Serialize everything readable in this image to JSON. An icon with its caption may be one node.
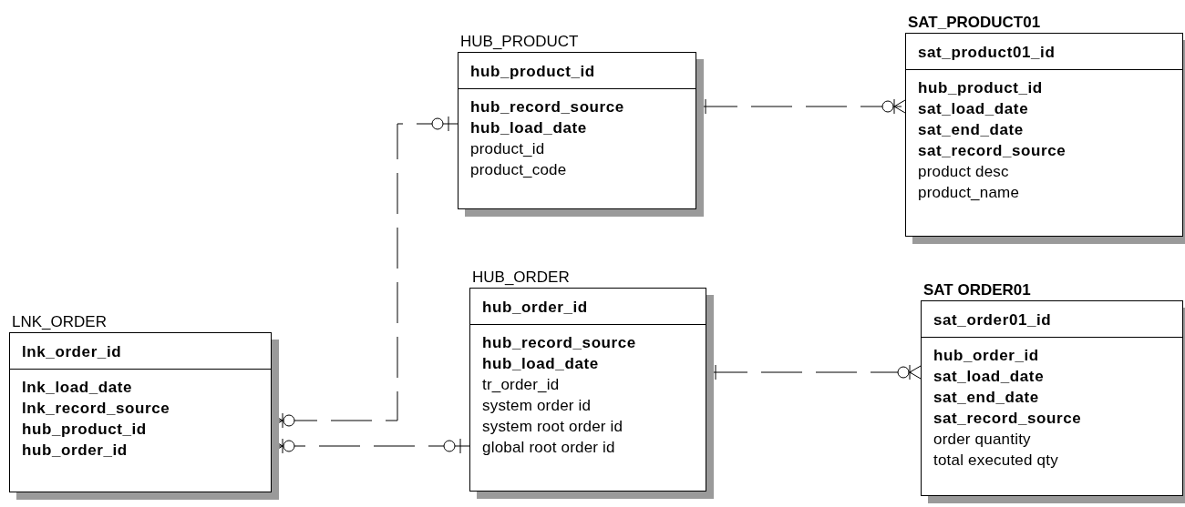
{
  "diagram": {
    "nodes": [
      {
        "text": [
          "HUB_PRODUCT",
          "**hub_product_id**",
          "**hub_record_source**",
          "**hub_load_date**",
          "product_id",
          "product_code"
        ]
      },
      {
        "text": [
          "**SAT_PRODUCT01**",
          "**sat_product01_id**",
          "**hub_product_id**",
          "**sat_load_date**",
          "**sat_end_date**",
          "**sat_record_source**",
          "product desc",
          "product_name"
        ]
      },
      {
        "text": [
          "HUB_ORDER",
          "**hub_order_id**",
          "**hub_record_source**",
          "**hub_load_date**",
          "tr_order_id",
          "system order id",
          "system root order id",
          "global root order id"
        ]
      },
      {
        "text": [
          "**SAT ORDER01**",
          "**sat_order01_id**",
          "**hub_order_id**",
          "**sat_load_date**",
          "**sat_end_date**",
          "**sat_record_source**",
          "order quantity",
          "total executed qty"
        ]
      },
      {
        "text": [
          "LNK_ORDER",
          "**lnk_order_id**",
          "**lnk_load_date**",
          "**lnk_record_source**",
          "**hub_product_id**",
          "**hub_order_id**"
        ]
      }
    ],
    "edges": [
      {
        "from": 0,
        "to": 1,
        "arrow": "other",
        "style": "dashed"
      },
      {
        "from": 2,
        "to": 3,
        "arrow": "other",
        "style": "dashed"
      },
      {
        "from": 0,
        "to": 4,
        "arrow": "other",
        "style": "dashed"
      },
      {
        "from": 2,
        "to": 4,
        "arrow": "other",
        "style": "dashed"
      }
    ]
  }
}
